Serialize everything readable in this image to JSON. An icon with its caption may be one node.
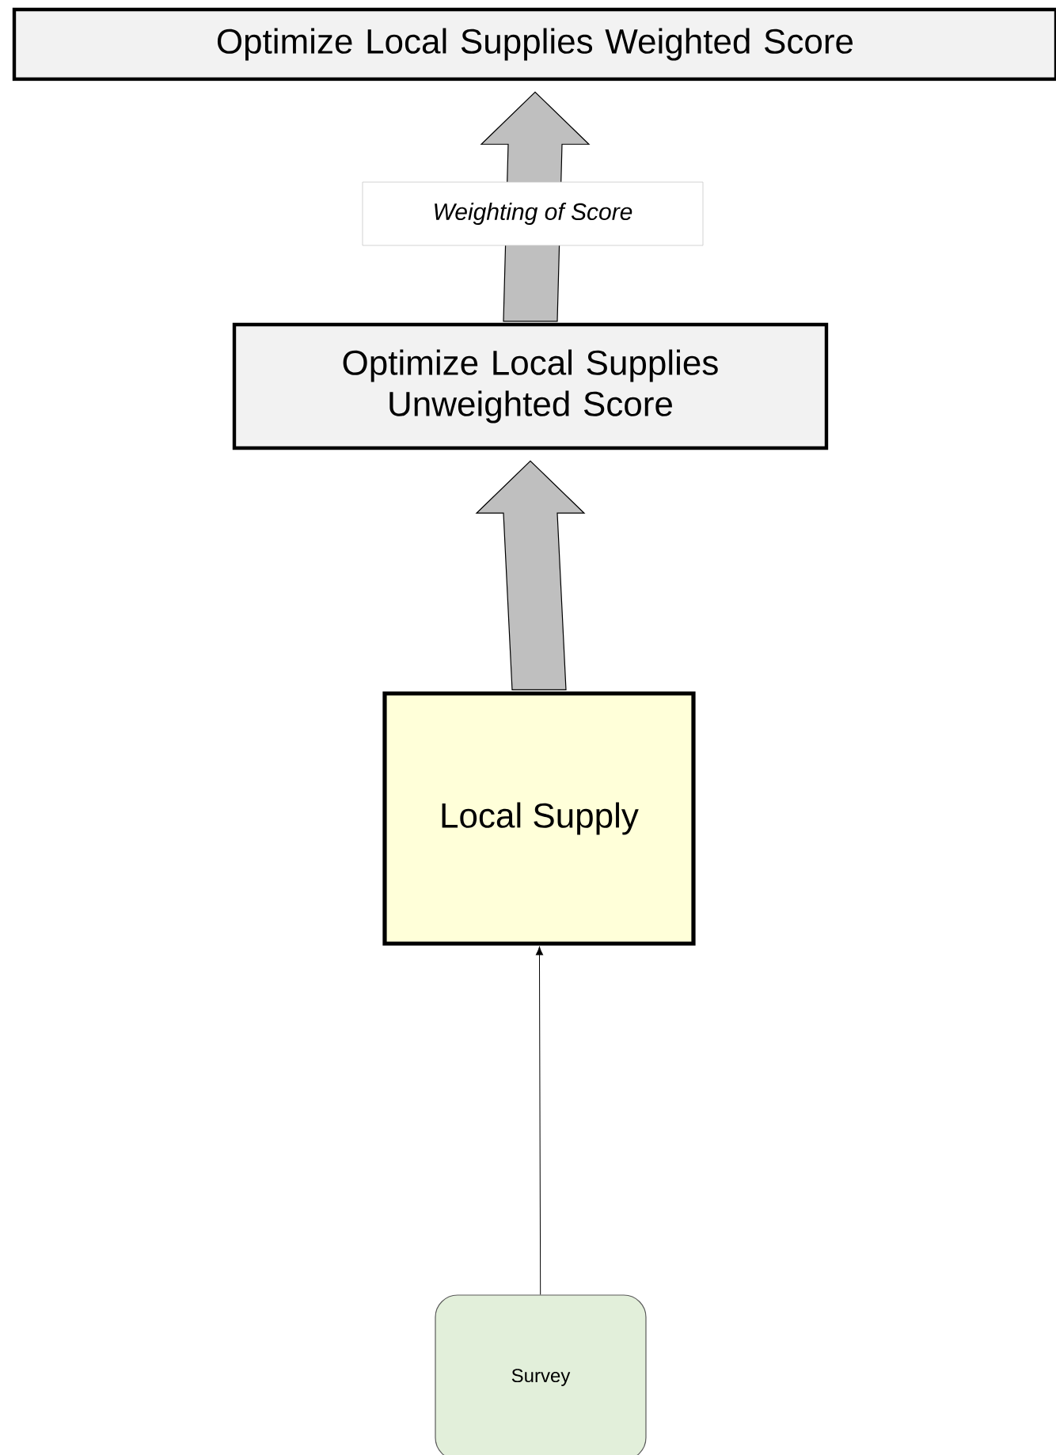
{
  "diagram": {
    "nodes": [
      {
        "text": [
          "Optimize Local Supplies Weighted Score"
        ]
      },
      {
        "text": [
          "Optimize Local Supplies Unweighted Score"
        ]
      },
      {
        "text": [
          "Local Supply"
        ]
      },
      {
        "text": [
          "Survey"
        ]
      }
    ],
    "edges": [
      {
        "from": 1,
        "to": 0,
        "arrow": "to",
        "style": "thick",
        "label": "Weighting of Score"
      },
      {
        "from": 2,
        "to": 1,
        "arrow": "to",
        "style": "thick"
      },
      {
        "from": 3,
        "to": 2,
        "arrow": "to"
      }
    ]
  }
}
